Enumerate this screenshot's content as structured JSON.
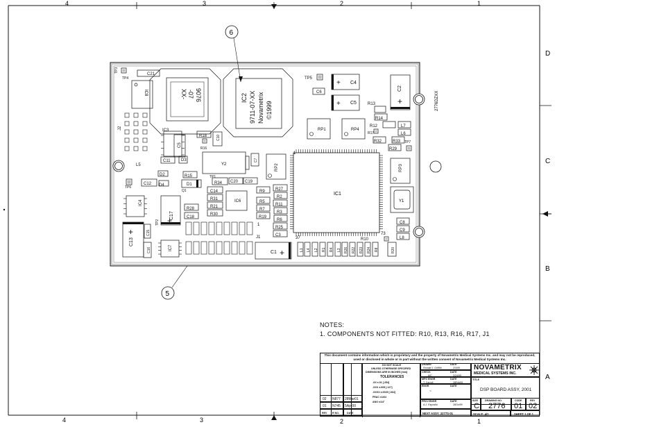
{
  "callouts": {
    "c6": "6",
    "c5": "5"
  },
  "zones": {
    "right": [
      "D",
      "C",
      "B",
      "A"
    ],
    "top": [
      "4",
      "3",
      "2",
      "1"
    ],
    "bottom": [
      "4",
      "3",
      "2",
      "1"
    ]
  },
  "board": {
    "side_label": "2776DZXX",
    "ic2_lines": [
      "IC2",
      "9711-07-XX",
      "Novametrix",
      "©1999"
    ],
    "ic8_label": "IC8",
    "chip2_lines": [
      "XX-",
      "-07",
      "9076"
    ],
    "ic1_label": "IC1",
    "pin1": "1",
    "pin37": "37",
    "pin73": "73",
    "y1": "Y1",
    "y2": "Y2",
    "plus": "+",
    "components": [
      {
        "id": "TP3",
        "t": "TP3"
      },
      {
        "id": "TP4",
        "t": "TP4"
      },
      {
        "id": "C21",
        "t": "C21"
      },
      {
        "id": "TP5",
        "t": "TP5"
      },
      {
        "id": "C4",
        "t": "C4"
      },
      {
        "id": "C6",
        "t": "C6"
      },
      {
        "id": "C5",
        "t": "C5"
      },
      {
        "id": "C2",
        "t": "C2"
      },
      {
        "id": "R13",
        "t": "R13"
      },
      {
        "id": "R14",
        "t": "R14"
      },
      {
        "id": "R12",
        "t": "R12"
      },
      {
        "id": "L7",
        "t": "L7"
      },
      {
        "id": "R17",
        "t": "R17"
      },
      {
        "id": "L6",
        "t": "L6"
      },
      {
        "id": "R32",
        "t": "R32"
      },
      {
        "id": "R33",
        "t": "R33"
      },
      {
        "id": "R29",
        "t": "R29"
      },
      {
        "id": "TP7",
        "t": "TP7"
      },
      {
        "id": "RP1",
        "t": "RP1"
      },
      {
        "id": "RP4",
        "t": "RP4"
      },
      {
        "id": "J2",
        "t": "J2"
      },
      {
        "id": "IC3",
        "t": "IC3"
      },
      {
        "id": "R18",
        "t": "R18"
      },
      {
        "id": "R16",
        "t": "R16"
      },
      {
        "id": "C10",
        "t": "C10"
      },
      {
        "id": "C5b",
        "t": "C5"
      },
      {
        "id": "C11",
        "t": "C11"
      },
      {
        "id": "D3",
        "t": "D3"
      },
      {
        "id": "C7",
        "t": "C7"
      },
      {
        "id": "RP2",
        "t": "RP2"
      },
      {
        "id": "RP3",
        "t": "RP3"
      },
      {
        "id": "L5",
        "t": "L5"
      },
      {
        "id": "D2",
        "t": "D2"
      },
      {
        "id": "R15",
        "t": "R15"
      },
      {
        "id": "C12",
        "t": "C12"
      },
      {
        "id": "D4",
        "t": "D4"
      },
      {
        "id": "D1",
        "t": "D1"
      },
      {
        "id": "TP1",
        "t": "TP1"
      },
      {
        "id": "R34",
        "t": "R34"
      },
      {
        "id": "C20",
        "t": "C20"
      },
      {
        "id": "C19",
        "t": "C19"
      },
      {
        "id": "TP6",
        "t": "TP6"
      },
      {
        "id": "Q1",
        "t": "Q1"
      },
      {
        "id": "C14",
        "t": "C14"
      },
      {
        "id": "R9",
        "t": "R9"
      },
      {
        "id": "R27",
        "t": "R27"
      },
      {
        "id": "R31",
        "t": "R31"
      },
      {
        "id": "IC6",
        "t": "IC6"
      },
      {
        "id": "R2",
        "t": "R2"
      },
      {
        "id": "IC4",
        "t": "IC4"
      },
      {
        "id": "C17",
        "t": "C17"
      },
      {
        "id": "R28",
        "t": "R28"
      },
      {
        "id": "R21",
        "t": "R21"
      },
      {
        "id": "R5",
        "t": "R5"
      },
      {
        "id": "R11",
        "t": "R11"
      },
      {
        "id": "R30",
        "t": "R30"
      },
      {
        "id": "R7",
        "t": "R7"
      },
      {
        "id": "R3",
        "t": "R3"
      },
      {
        "id": "C18",
        "t": "C18"
      },
      {
        "id": "R19",
        "t": "R19"
      },
      {
        "id": "R6",
        "t": "R6"
      },
      {
        "id": "TP2",
        "t": "TP2"
      },
      {
        "id": "R25",
        "t": "R25"
      },
      {
        "id": "C8",
        "t": "C8"
      },
      {
        "id": "C9",
        "t": "C9"
      },
      {
        "id": "C13",
        "t": "C13"
      },
      {
        "id": "C15",
        "t": "C15"
      },
      {
        "id": "J1",
        "t": "J1"
      },
      {
        "id": "C3",
        "t": "C3"
      },
      {
        "id": "L8",
        "t": "L8"
      },
      {
        "id": "R10",
        "t": "R10"
      },
      {
        "id": "IC7",
        "t": "IC7"
      },
      {
        "id": "C16",
        "t": "C16"
      },
      {
        "id": "C1",
        "t": "C1"
      },
      {
        "id": "L1",
        "t": "L1"
      },
      {
        "id": "L4",
        "t": "L4"
      },
      {
        "id": "L2",
        "t": "L2"
      },
      {
        "id": "R1",
        "t": "R1"
      },
      {
        "id": "R4",
        "t": "R4"
      },
      {
        "id": "L3",
        "t": "L3"
      },
      {
        "id": "R26",
        "t": "R26"
      },
      {
        "id": "R22",
        "t": "R22"
      },
      {
        "id": "R23",
        "t": "R23"
      },
      {
        "id": "R24",
        "t": "R24"
      },
      {
        "id": "R8",
        "t": "R8"
      },
      {
        "id": "R20",
        "t": "R20"
      }
    ]
  },
  "notes": {
    "title": "NOTES:",
    "item1": "1. COMPONENTS NOT FITTED: R10, R13, R16, R17, J1"
  },
  "title_block": {
    "proprietary": "This document contains information which is proprietary and the property of Novametrix Medical Systems Inc. and may not be reproduced, used or disclosed in whole or in part without the written consent of Novametrix Medical Systems Inc.",
    "do_not_scale": "DO NOT SCALE",
    "unless": "UNLESS OTHERWISE SPECIFIED",
    "dims": "DIMENSIONS ARE IN INCHES [mm]",
    "tolerances": "TOLERANCES",
    "tol_rows": [
      ".XX   ±.01   [.254]",
      ".XXX  ±.005  [.127]",
      ".XXXX ±.0025 [.064]",
      "FRAC   ±1/64",
      "ANG    ±1/4°"
    ],
    "drawn_lbl": "DRAWN",
    "date_lbl": "DATE",
    "drawn_val": "Ronald J. Griffith",
    "drawn_date": "2/3/99",
    "check_lbl": "CHECK",
    "check_val": "MC",
    "check_date": "2/24/99",
    "mfg_lbl": "MFG ENGR",
    "mfg_val": "T. Carroll",
    "mfg_date": "28Feb99",
    "engr_lbl": "ENGR",
    "engr_val": "~",
    "proj_lbl": "PROJ ENGR",
    "proj_val": "A.J. Esposito",
    "proj_date": "28Oct99",
    "next_assy": "NEXT ASSY: 2277S-01",
    "brand1": "NOVAMETRIX",
    "brand2": "MEDICAL SYSTEMS INC.",
    "title_lbl": "TITLE",
    "title_val": "DSP BOARD ASSY, 2001",
    "size_lbl": "SIZE",
    "size_val": "C",
    "dwg_lbl": "DRAWING NO.",
    "dwg_val": "2776",
    "code_lbl": "CODE",
    "code_val": "01",
    "rev_lbl": "REV",
    "rev_val": "02",
    "scale": "SCALE: 4/1",
    "sheet": "SHEET 1 OF 1",
    "rev_rows": [
      {
        "rev": "02",
        "rno": "N877",
        "date": "28Mar01"
      },
      {
        "rev": "01",
        "rno": "N745",
        "date": "5Apr00"
      }
    ],
    "rev_hdr": {
      "rev": "REV",
      "rno": "R NO.",
      "date": "DATE"
    }
  }
}
